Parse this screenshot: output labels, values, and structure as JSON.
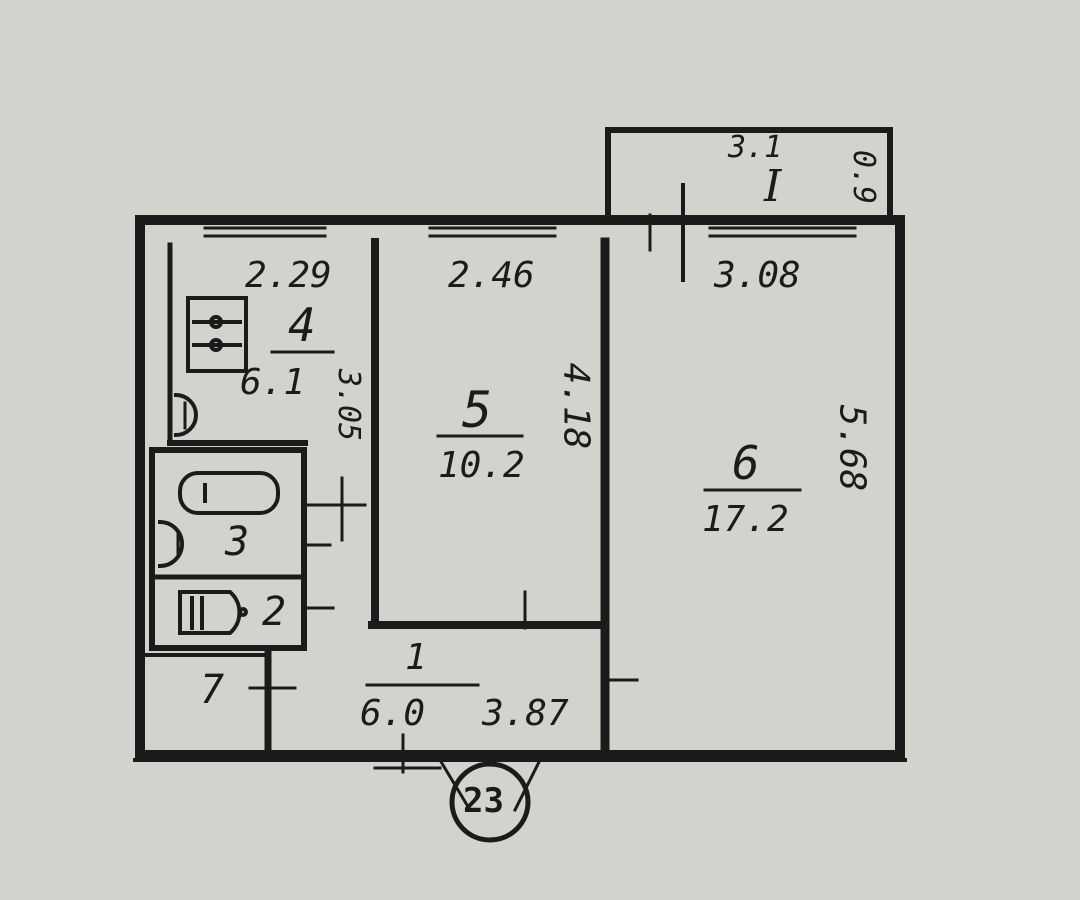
{
  "rooms": [
    {
      "num": "1",
      "area": "6.0"
    },
    {
      "num": "2"
    },
    {
      "num": "3"
    },
    {
      "num": "4",
      "area": "6.1"
    },
    {
      "num": "5",
      "area": "10.2"
    },
    {
      "num": "6",
      "area": "17.2"
    },
    {
      "num": "7"
    },
    {
      "num": "I"
    }
  ],
  "dims": {
    "room4_width": "2.29",
    "room5_width": "2.46",
    "room6_width": "3.08",
    "room4_height": "3.05",
    "room5_height": "4.18",
    "room6_height": "5.68",
    "hall_width": "3.87",
    "balcony_width": "3.1",
    "balcony_depth": "0.9"
  },
  "stamp": "23",
  "colors": {
    "paper": "#d3d3cd",
    "ink": "#1b1b1b"
  }
}
